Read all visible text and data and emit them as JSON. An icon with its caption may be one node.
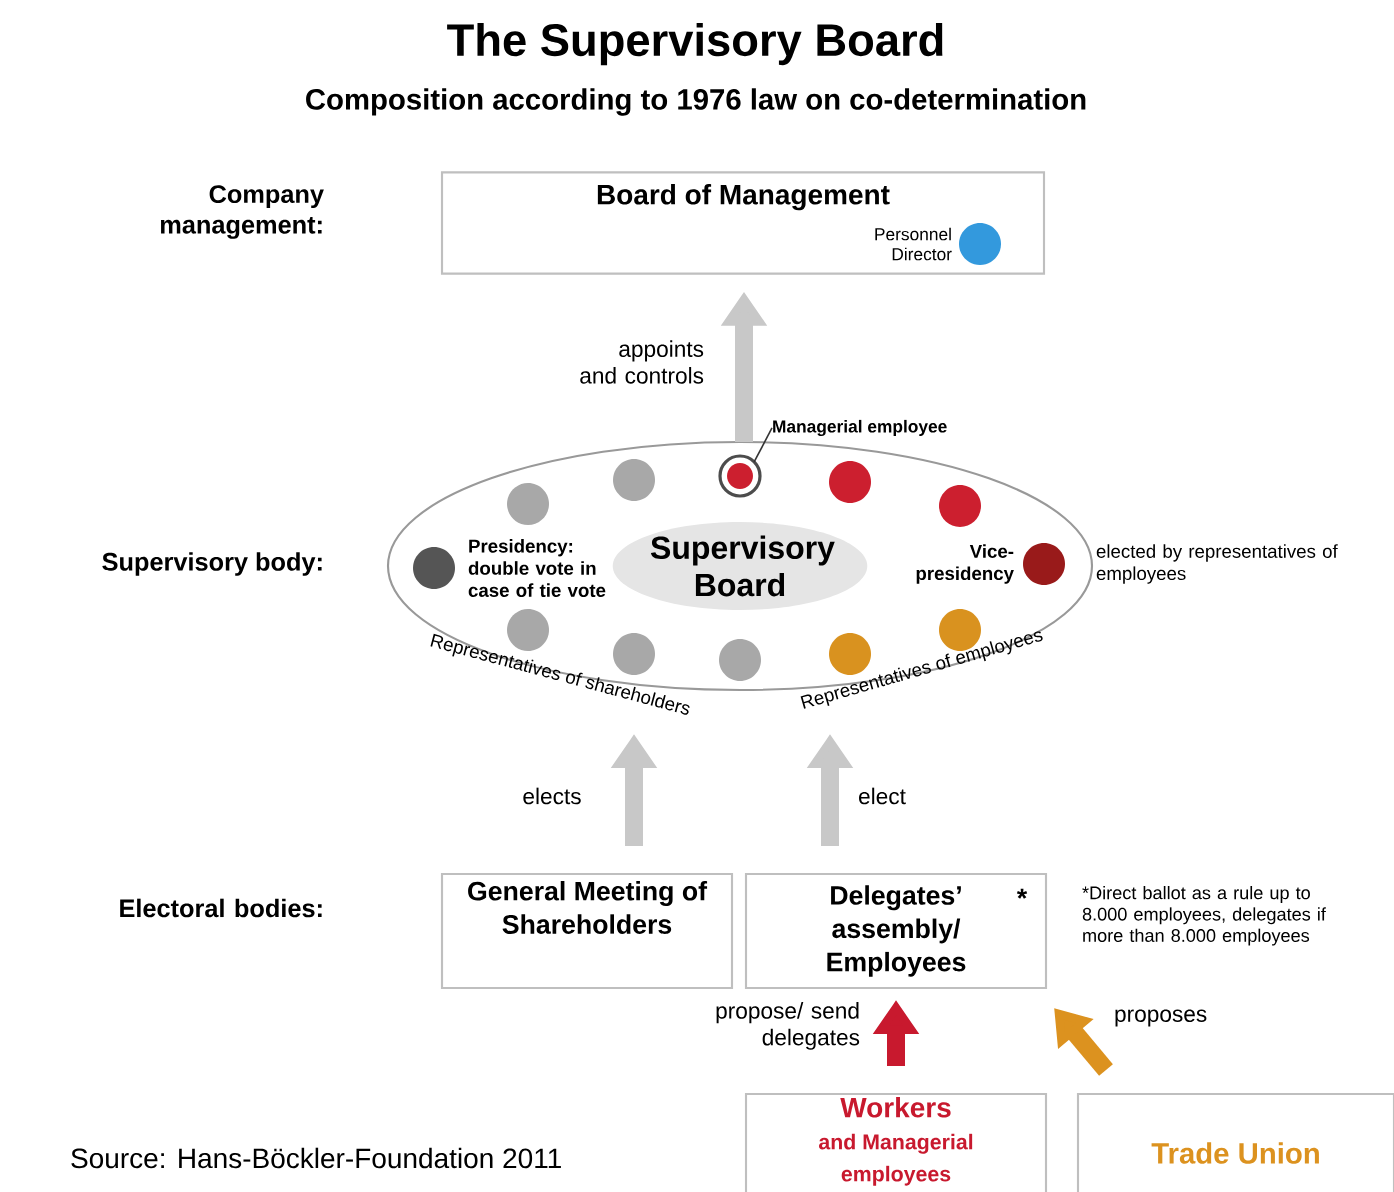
{
  "diagram": {
    "title": "The Supervisory Board",
    "nodes": [
      {
        "text": [
          "Board of Management"
        ]
      },
      {
        "text": [],
        "shape": "circle",
        "in": 0,
        "beside": [
          "Personnel Director"
        ]
      },
      {
        "text": [
          "Managerial employee"
        ]
      },
      {
        "text": [],
        "shape": "ellipse"
      },
      {
        "text": [],
        "shape": "circle",
        "in": 3
      },
      {
        "text": [],
        "shape": "circle",
        "in": 3
      },
      {
        "text": [],
        "shape": "circle",
        "in": 3
      },
      {
        "text": [],
        "shape": "circle",
        "in": 3
      },
      {
        "text": [],
        "shape": "circle",
        "in": 3
      },
      {
        "text": [],
        "shape": "circle",
        "in": 3,
        "beside": [
          "Presidency: double vote in case of tie vote"
        ]
      },
      {
        "text": [
          "Supervisory Board"
        ],
        "in": 3
      },
      {
        "text": [],
        "shape": "circle",
        "in": 3,
        "beside": [
          "Vice-presidency",
          "elected by representatives of employees"
        ]
      },
      {
        "text": [],
        "shape": "circle",
        "in": 3
      },
      {
        "text": [],
        "shape": "circle",
        "in": 3
      },
      {
        "text": [],
        "shape": "circle",
        "in": 3
      },
      {
        "text": [],
        "shape": "circle",
        "in": 3
      },
      {
        "text": [],
        "shape": "circle",
        "in": 3
      },
      {
        "text": [
          "General Meeting of Shareholders"
        ]
      },
      {
        "text": [
          "Delegates’ assembly/ Employees",
          "*"
        ]
      },
      {
        "text": [
          "Workers",
          "and Managerial employees"
        ]
      },
      {
        "text": [
          "Trade Union"
        ]
      }
    ],
    "edges": [
      {
        "from": 3,
        "to": 0,
        "arrow": "to",
        "label": "appoints and controls"
      },
      {
        "from": 17,
        "to": 3,
        "arrow": "to",
        "label": "elects"
      },
      {
        "from": 18,
        "to": 3,
        "arrow": "to",
        "label": "elect"
      },
      {
        "from": 19,
        "to": 18,
        "arrow": "to",
        "label": "propose/ send delegates",
        "color": "#c8192e"
      },
      {
        "from": 20,
        "to": 18,
        "arrow": "to",
        "label": "proposes",
        "color": "#dc921f"
      },
      {
        "from": 2,
        "to": 6,
        "arrow": "none",
        "color": "#333333"
      }
    ],
    "labels": [
      "Composition according to 1976 law on co-determination",
      "Company management:",
      "Supervisory body:",
      "Representatives of shareholders",
      "Representatives of employees",
      "Electoral bodies:",
      "*Direct ballot as a rule up to 8.000 employees, delegates if more than 8.000 employees",
      "Source: Hans-Böckler-Foundation 2011"
    ]
  }
}
